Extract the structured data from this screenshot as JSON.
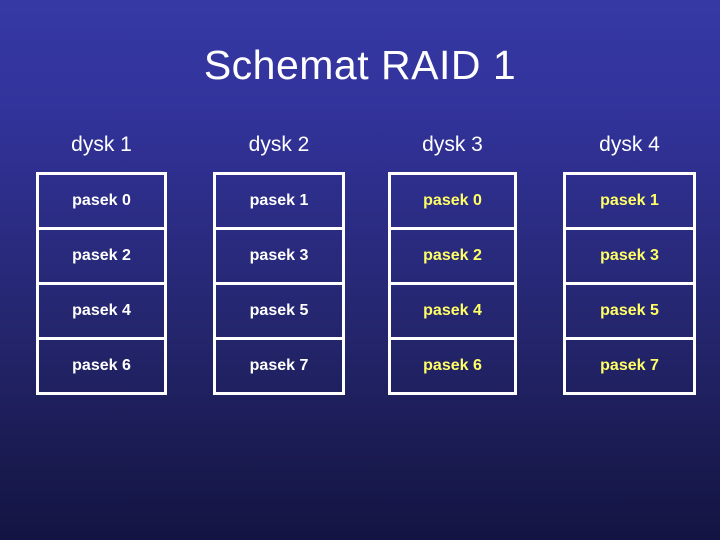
{
  "slide": {
    "title": "Schemat RAID 1"
  },
  "colors": {
    "background_top": "#3638a4",
    "background_bottom": "#141443",
    "box_border": "#ffffff",
    "header_text": "#ffffff",
    "stripe_text_primary": "#ffffff",
    "stripe_text_mirror": "#ffff66"
  },
  "disks": [
    {
      "label": "dysk 1",
      "text_color": "#ffffff",
      "stripes": [
        "pasek 0",
        "pasek 2",
        "pasek 4",
        "pasek 6"
      ]
    },
    {
      "label": "dysk 2",
      "text_color": "#ffffff",
      "stripes": [
        "pasek 1",
        "pasek 3",
        "pasek 5",
        "pasek 7"
      ]
    },
    {
      "label": "dysk 3",
      "text_color": "#ffff66",
      "stripes": [
        "pasek 0",
        "pasek 2",
        "pasek 4",
        "pasek 6"
      ]
    },
    {
      "label": "dysk 4",
      "text_color": "#ffff66",
      "stripes": [
        "pasek 1",
        "pasek 3",
        "pasek 5",
        "pasek 7"
      ]
    }
  ]
}
